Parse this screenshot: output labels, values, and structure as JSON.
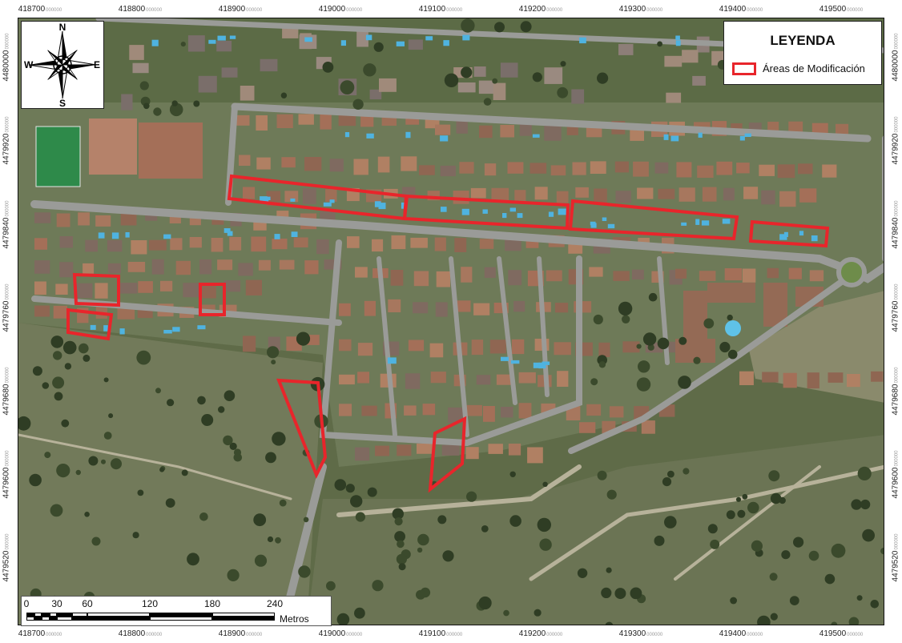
{
  "map": {
    "x_ticks": [
      {
        "major": "418700",
        "minor": "000000"
      },
      {
        "major": "418800",
        "minor": "000000"
      },
      {
        "major": "418900",
        "minor": "000000"
      },
      {
        "major": "419000",
        "minor": "000000"
      },
      {
        "major": "419100",
        "minor": "000000"
      },
      {
        "major": "419200",
        "minor": "000000"
      },
      {
        "major": "419300",
        "minor": "000000"
      },
      {
        "major": "419400",
        "minor": "000000"
      },
      {
        "major": "419500",
        "minor": "000000"
      }
    ],
    "y_ticks": [
      {
        "major": "4480000",
        "minor": "000000"
      },
      {
        "major": "4479920",
        "minor": "000000"
      },
      {
        "major": "4479840",
        "minor": "000000"
      },
      {
        "major": "4479760",
        "minor": "000000"
      },
      {
        "major": "4479680",
        "minor": "000000"
      },
      {
        "major": "4479600",
        "minor": "000000"
      },
      {
        "major": "4479520",
        "minor": "000000"
      }
    ],
    "colors": {
      "modification_area": "#e8252b",
      "vegetation": "#5f6b48",
      "roads": "#9a9b98",
      "roofs": "#9e6f57",
      "pools": "#4fb3e0"
    }
  },
  "compass": {
    "north": "N",
    "south": "S",
    "east": "E",
    "west": "W"
  },
  "legend": {
    "title": "LEYENDA",
    "item_label": "Áreas de Modificación",
    "item_icon": "red-outline-rectangle"
  },
  "scale": {
    "labels": [
      "0",
      "30",
      "60",
      "120",
      "180",
      "240"
    ],
    "units": "Metros"
  }
}
